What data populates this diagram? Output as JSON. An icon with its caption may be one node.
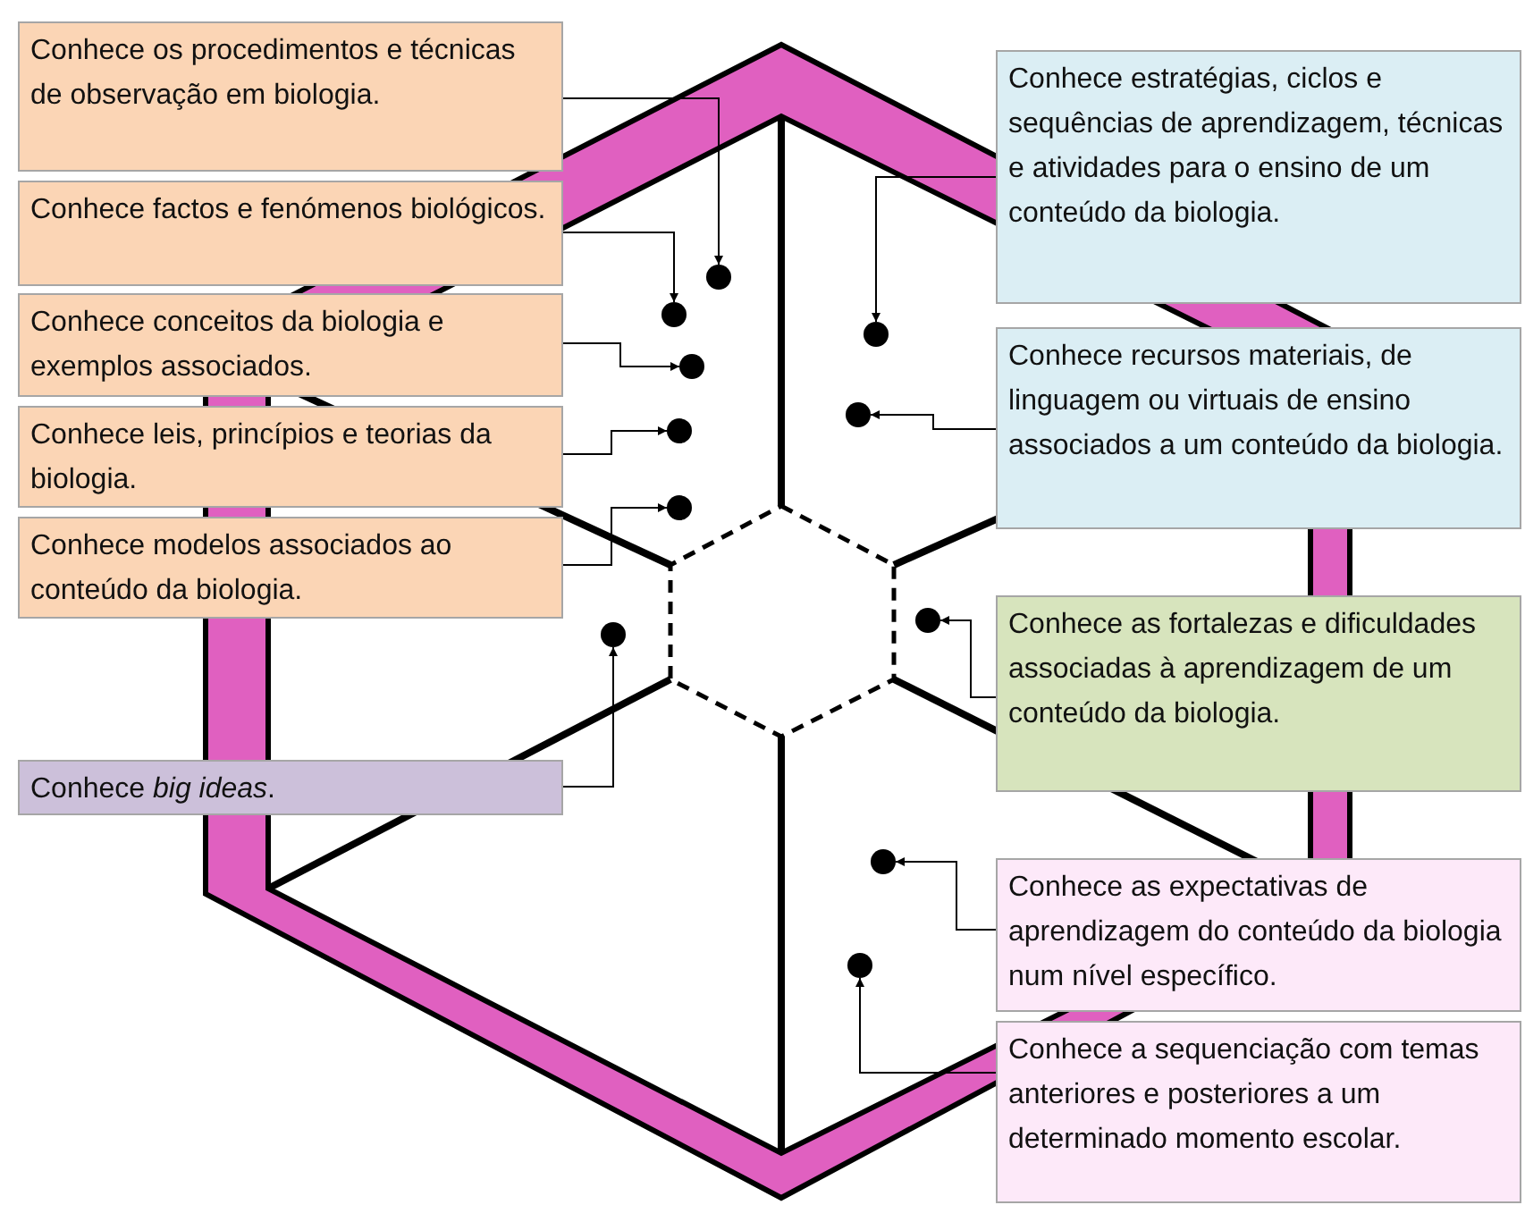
{
  "diagram": {
    "nodes": [
      {
        "text": [
          "Conhece os procedimentos e técnicas de observação em biologia."
        ]
      },
      {
        "text": [
          "Conhece factos e fenómenos biológicos."
        ]
      },
      {
        "text": [
          "Conhece conceitos da biologia e exemplos associados."
        ]
      },
      {
        "text": [
          "Conhece leis, princípios e teorias da biologia."
        ]
      },
      {
        "text": [
          "Conhece modelos associados ao conteúdo da biologia."
        ]
      },
      {
        "text": [
          "Conhece *big ideas*."
        ]
      },
      {
        "text": [
          "Conhece estratégias, ciclos e sequências de aprendizagem, técnicas e atividades para o ensino de um conteúdo da biologia."
        ]
      },
      {
        "text": [
          "Conhece recursos materiais, de linguagem ou virtuais de ensino associados a um conteúdo da biologia."
        ]
      },
      {
        "text": [
          "Conhece as fortalezas e dificuldades associadas à aprendizagem de um conteúdo da biologia."
        ]
      },
      {
        "text": [
          "Conhece as expectativas de aprendizagem do conteúdo da biologia num nível específico."
        ]
      },
      {
        "text": [
          "Conhece a sequenciação com temas anteriores e posteriores a um determinado momento escolar."
        ]
      },
      {
        "text": [],
        "shape": "circle"
      },
      {
        "text": [],
        "shape": "circle"
      },
      {
        "text": [],
        "shape": "circle"
      },
      {
        "text": [],
        "shape": "circle"
      },
      {
        "text": [],
        "shape": "circle"
      },
      {
        "text": [],
        "shape": "circle"
      },
      {
        "text": [],
        "shape": "circle"
      },
      {
        "text": [],
        "shape": "circle"
      },
      {
        "text": [],
        "shape": "circle"
      },
      {
        "text": [],
        "shape": "circle"
      },
      {
        "text": [],
        "shape": "circle"
      }
    ],
    "edges": [
      {
        "from": 0,
        "to": 11,
        "arrow": "to"
      },
      {
        "from": 1,
        "to": 12,
        "arrow": "to"
      },
      {
        "from": 2,
        "to": 13,
        "arrow": "to"
      },
      {
        "from": 3,
        "to": 14,
        "arrow": "to"
      },
      {
        "from": 4,
        "to": 15,
        "arrow": "to"
      },
      {
        "from": 5,
        "to": 16,
        "arrow": "to"
      },
      {
        "from": 6,
        "to": 17,
        "arrow": "to"
      },
      {
        "from": 7,
        "to": 18,
        "arrow": "to"
      },
      {
        "from": 8,
        "to": 19,
        "arrow": "to"
      },
      {
        "from": 9,
        "to": 20,
        "arrow": "to"
      },
      {
        "from": 10,
        "to": 21,
        "arrow": "to"
      }
    ]
  }
}
